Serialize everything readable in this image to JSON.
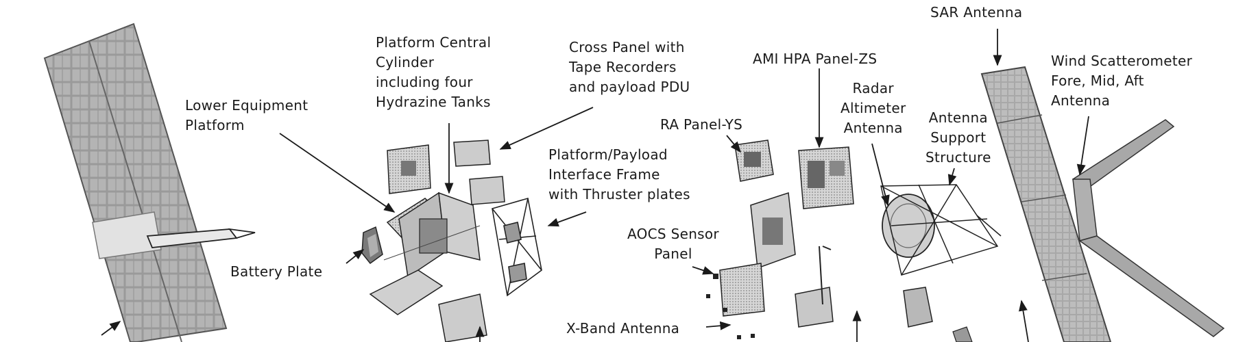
{
  "labels": {
    "sar_antenna": [
      "SAR Antenna"
    ],
    "wind_scatterometer": [
      "Wind Scatterometer",
      "Fore, Mid, Aft",
      "Antenna"
    ],
    "platform_central_cylinder": [
      "Platform Central",
      "Cylinder",
      "including four",
      "Hydrazine Tanks"
    ],
    "cross_panel": [
      "Cross Panel with",
      "Tape Recorders",
      "and payload PDU"
    ],
    "ami_hpa_panel": [
      "AMI HPA Panel-ZS"
    ],
    "radar_altimeter_antenna": [
      "Radar",
      "Altimeter",
      "Antenna"
    ],
    "lower_equipment_platform": [
      "Lower Equipment",
      "Platform"
    ],
    "ra_panel": [
      "RA Panel-YS"
    ],
    "antenna_support_structure": [
      "Antenna",
      "Support",
      "Structure"
    ],
    "platform_payload_interface": [
      "Platform/Payload",
      "Interface Frame",
      "with Thruster plates"
    ],
    "aocs_sensor_panel": [
      "AOCS Sensor",
      "Panel"
    ],
    "battery_plate": [
      "Battery Plate"
    ],
    "x_band_antenna": [
      "X-Band Antenna"
    ]
  },
  "colors": {
    "ink": "#1a1a1a",
    "panel_fill": "#c4c4c4",
    "panel_dark": "#8c8c8c",
    "background": "#ffffff"
  }
}
